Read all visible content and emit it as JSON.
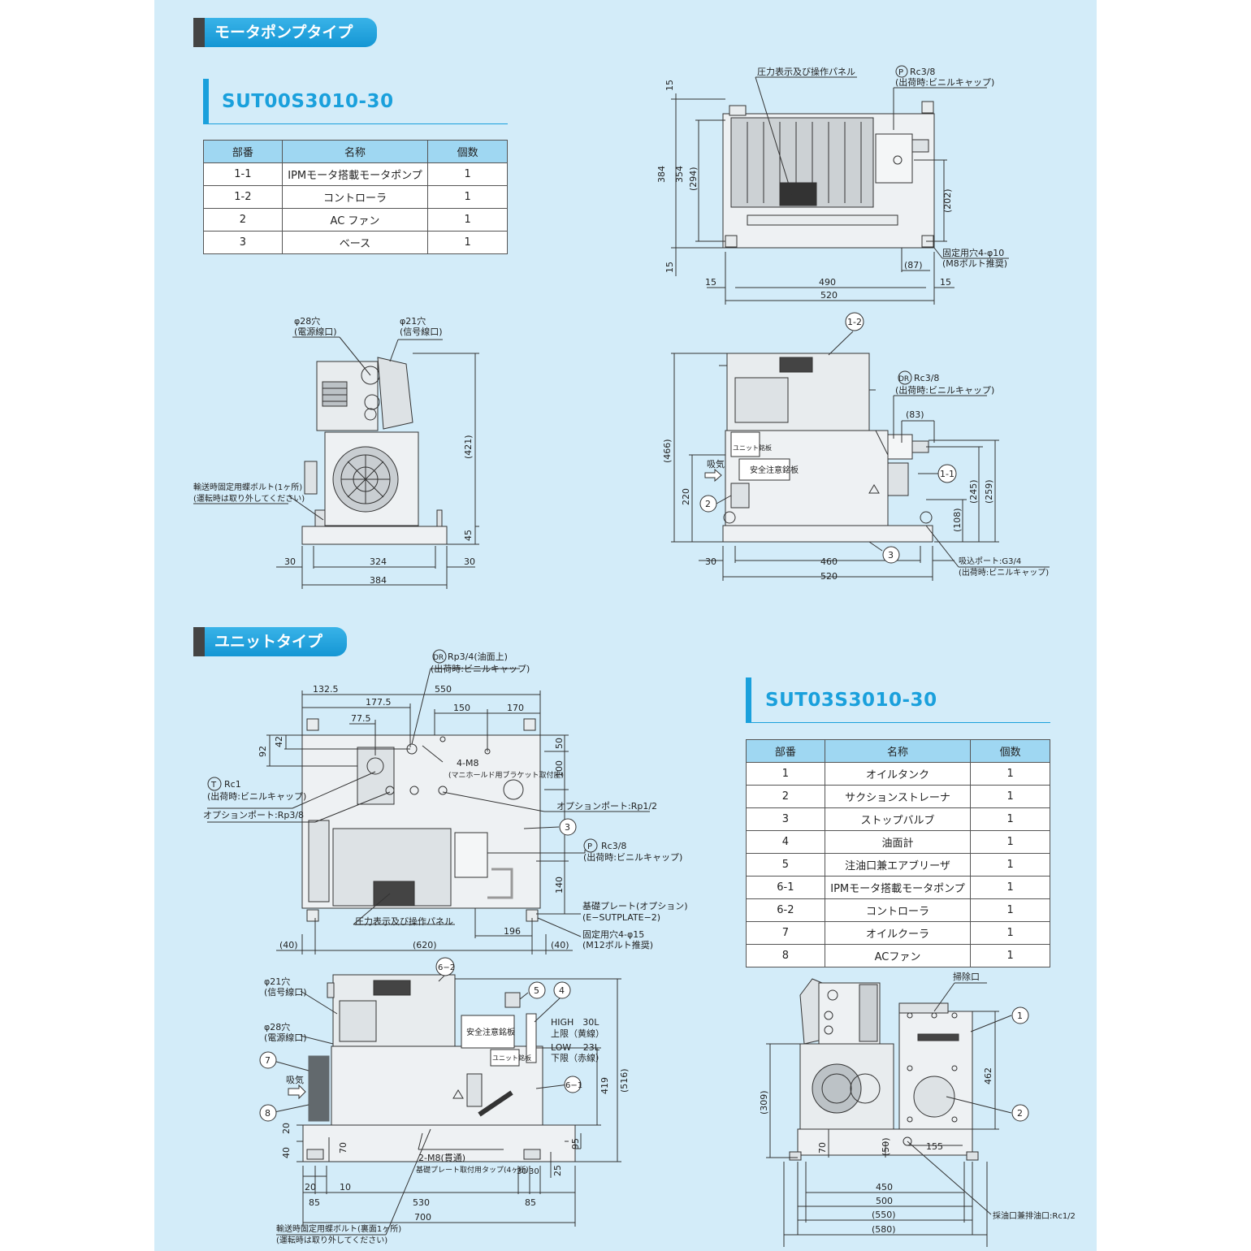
{
  "sections": {
    "motor_pump": "モータポンプタイプ",
    "unit": "ユニットタイプ"
  },
  "models": {
    "top": "SUT00S3010-30",
    "bottom": "SUT03S3010-30"
  },
  "table_headers": [
    "部番",
    "名称",
    "個数"
  ],
  "parts_top": [
    [
      "1-1",
      "IPMモータ搭載モータポンプ",
      "1"
    ],
    [
      "1-2",
      "コントローラ",
      "1"
    ],
    [
      "2",
      "AC ファン",
      "1"
    ],
    [
      "3",
      "ベース",
      "1"
    ]
  ],
  "parts_bottom": [
    [
      "1",
      "オイルタンク",
      "1"
    ],
    [
      "2",
      "サクションストレーナ",
      "1"
    ],
    [
      "3",
      "ストップバルブ",
      "1"
    ],
    [
      "4",
      "油面計",
      "1"
    ],
    [
      "5",
      "注油口兼エアブリーザ",
      "1"
    ],
    [
      "6-1",
      "IPMモータ搭載モータポンプ",
      "1"
    ],
    [
      "6-2",
      "コントローラ",
      "1"
    ],
    [
      "7",
      "オイルクーラ",
      "1"
    ],
    [
      "8",
      "ACファン",
      "1"
    ]
  ],
  "d1": {
    "panel": "圧力表示及び操作パネル",
    "port_p": "Rc3/8",
    "port_p_note": "(出荷時:ビニルキャップ)",
    "p_circle": "P",
    "dims": [
      "15",
      "384",
      "354",
      "(294)",
      "(202)",
      "15",
      "(87)",
      "15",
      "490",
      "15",
      "520"
    ],
    "hole": "固定用穴4-φ10",
    "hole_note": "(M8ボルト推奨)"
  },
  "d2": {
    "hole28": "φ28穴",
    "hole28_note": "(電源線口)",
    "hole21": "φ21穴",
    "hole21_note": "(信号線口)",
    "bolt": "輸送時固定用蝶ボルト(1ヶ所)",
    "bolt_note": "(運転時は取り外してください)",
    "dims": [
      "(421)",
      "45",
      "30",
      "324",
      "30",
      "384"
    ]
  },
  "d3": {
    "c12": "1-2",
    "dr_circle": "DR",
    "port_dr": "Rc3/8",
    "port_dr_note": "(出荷時:ビニルキャップ)",
    "unit_plate": "ユニット銘板",
    "safety_plate": "安全注意銘板",
    "intake": "吸気",
    "c11": "1-1",
    "c2": "2",
    "c3": "3",
    "dims": [
      "(466)",
      "220",
      "(83)",
      "(245)",
      "(259)",
      "(108)",
      "30",
      "460",
      "520"
    ],
    "suction": "吸込ポート:G3/4",
    "suction_note": "(出荷時:ビニルキャップ)"
  },
  "d4": {
    "dr_circle": "DR",
    "port_dr": "Rp3/4(油面上)",
    "port_dr_note": "(出荷時:ビニルキャップ)",
    "dims_top": [
      "132.5",
      "177.5",
      "550",
      "77.5",
      "150",
      "170"
    ],
    "dims_left": [
      "92",
      "42"
    ],
    "dims_right": [
      "50",
      "100",
      "140"
    ],
    "m8": "4-M8",
    "m8_note": "(マニホールド用ブラケット取付座)",
    "t_circle": "T",
    "port_t": "Rc1",
    "port_t_note": "(出荷時:ビニルキャップ)",
    "opt38": "オプションポート:Rp3/8",
    "opt12": "オプションポート:Rp1/2",
    "c3": "3",
    "p_circle": "P",
    "port_p": "Rc3/8",
    "port_p_note": "(出荷時:ビニルキャップ)",
    "base": "基礎プレート(オプション)",
    "base_note": "(E−SUTPLATE−2)",
    "panel": "圧力表示及び操作パネル",
    "dim196": "196",
    "hole": "固定用穴4-φ15",
    "hole_note": "(M12ボルト推奨)",
    "dims_bottom": [
      "(40)",
      "(620)",
      "(40)"
    ]
  },
  "d5": {
    "c62": "6−2",
    "hole21": "φ21穴",
    "hole21_note": "(信号線口)",
    "hole28": "φ28穴",
    "hole28_note": "(電源線口)",
    "c5": "5",
    "c4": "4",
    "c7": "7",
    "c8": "8",
    "c61": "6−1",
    "intake": "吸気",
    "safety": "安全注意銘板",
    "unit_plate": "ユニット銘板",
    "high": "HIGH　30L",
    "high_sub": "上限（黄線）",
    "low": "LOW　 23L",
    "low_sub": "下限（赤線）",
    "dims_right": [
      "(516)",
      "419",
      "95",
      "25"
    ],
    "dims_left": [
      "20",
      "40",
      "70"
    ],
    "tap": "2-M8(貫通)",
    "tap_note": "基礎プレート取付用タップ(4ヶ所)",
    "dims_bottom": [
      "20",
      "10",
      "30",
      "30",
      "85",
      "530",
      "85",
      "700"
    ],
    "bolt": "輸送時固定用蝶ボルト(裏面1ヶ所)",
    "bolt_note": "(運転時は取り外してください)"
  },
  "d6": {
    "clean": "掃除口",
    "c1": "1",
    "c2": "2",
    "dims": [
      "462",
      "(309)",
      "70",
      "(50)",
      "155",
      "450",
      "500",
      "(550)",
      "(580)"
    ],
    "drain": "採油口兼排油口:Rc1/2"
  }
}
